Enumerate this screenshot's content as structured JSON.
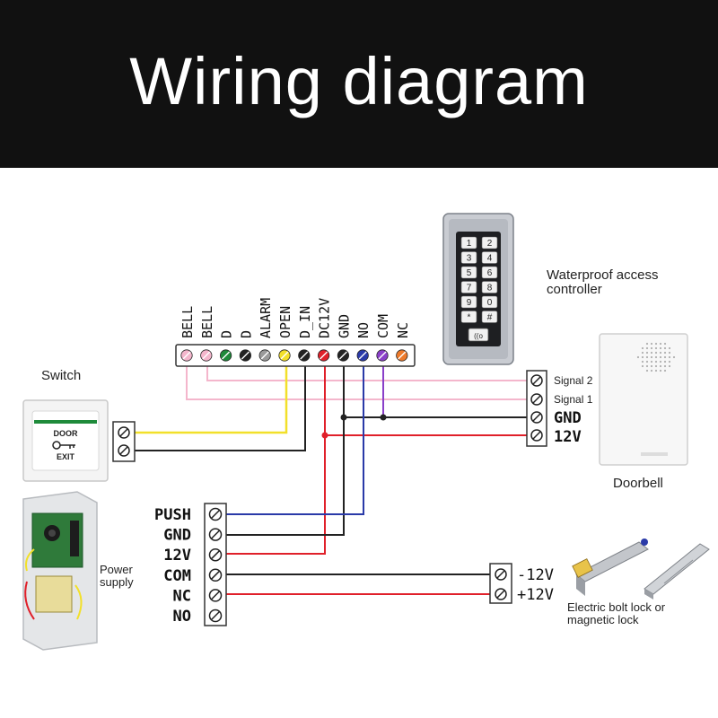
{
  "title": "Wiring diagram",
  "labels": {
    "switch": "Switch",
    "controller_line1": "Waterproof access",
    "controller_line2": "controller",
    "doorbell": "Doorbell",
    "power_line1": "Power",
    "power_line2": "supply",
    "lock_line1": "Electric bolt lock or",
    "lock_line2": "magnetic lock",
    "signal2": "Signal 2",
    "signal1": "Signal 1",
    "gnd": "GND",
    "v12": "12V",
    "lock_minus": "-12V",
    "lock_plus": "+12V",
    "door": "DOOR",
    "exit": "EXIT"
  },
  "controller_terminals": [
    "BELL",
    "BELL",
    "D",
    "D",
    "ALARM",
    "OPEN",
    "D_IN",
    "DC12V",
    "GND",
    "NO",
    "COM",
    "NC"
  ],
  "power_terminals": [
    "PUSH",
    "GND",
    "12V",
    "COM",
    "NC",
    "NO"
  ],
  "keypad_keys": [
    "1",
    "2",
    "3",
    "4",
    "5",
    "6",
    "7",
    "8",
    "9",
    "0",
    "*",
    "#"
  ],
  "colors": {
    "pink": "#f4b6cc",
    "yellow": "#f2e02a",
    "black": "#222222",
    "red": "#e0202a",
    "blue": "#2a3aa8",
    "purple": "#8a3fc9",
    "orange": "#ee7a2a",
    "green": "#1e8a3a",
    "gray": "#9a9a9a"
  }
}
